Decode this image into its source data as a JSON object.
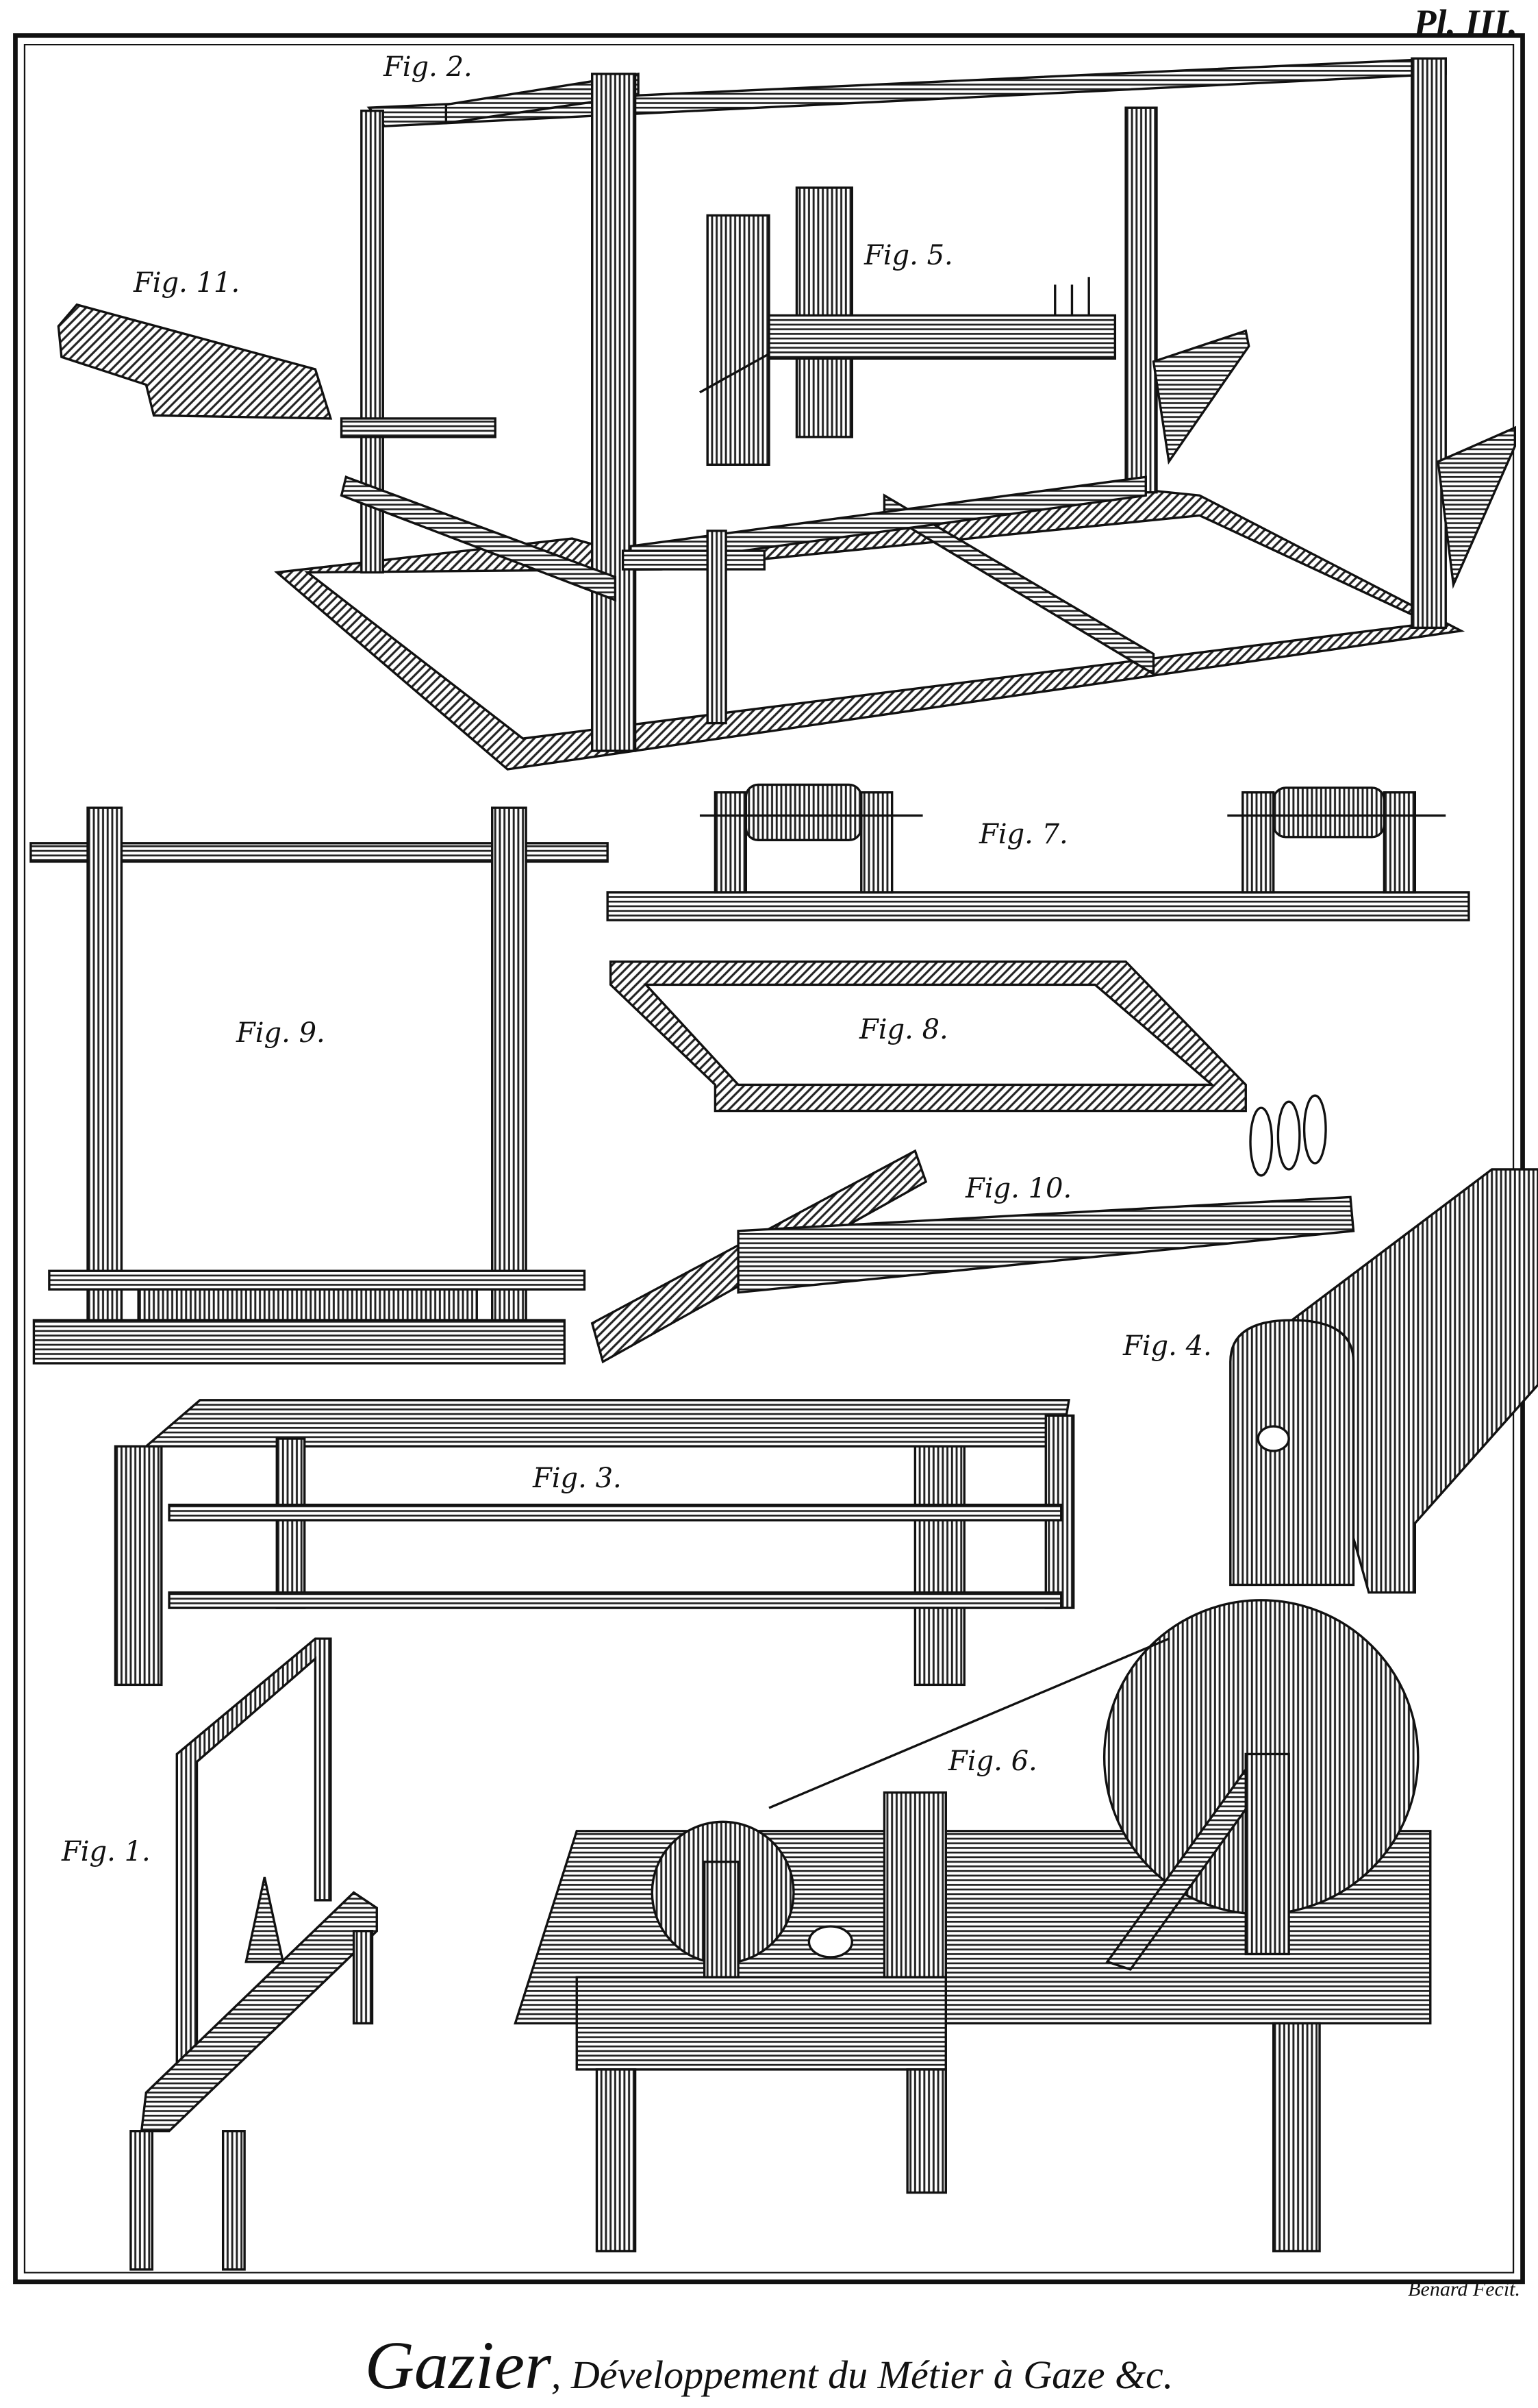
{
  "plate": {
    "number": "Pl. III."
  },
  "figures": {
    "fig1": "Fig. 1.",
    "fig2": "Fig. 2.",
    "fig3": "Fig. 3.",
    "fig4": "Fig. 4.",
    "fig5": "Fig. 5.",
    "fig6": "Fig. 6.",
    "fig7": "Fig. 7.",
    "fig8": "Fig. 8.",
    "fig9": "Fig. 9.",
    "fig10": "Fig. 10.",
    "fig11": "Fig. 11."
  },
  "caption": {
    "title": "Gazier",
    "subtitle": ", Développement du Métier à Gaze &c."
  },
  "engraver": "Benard Fecit."
}
